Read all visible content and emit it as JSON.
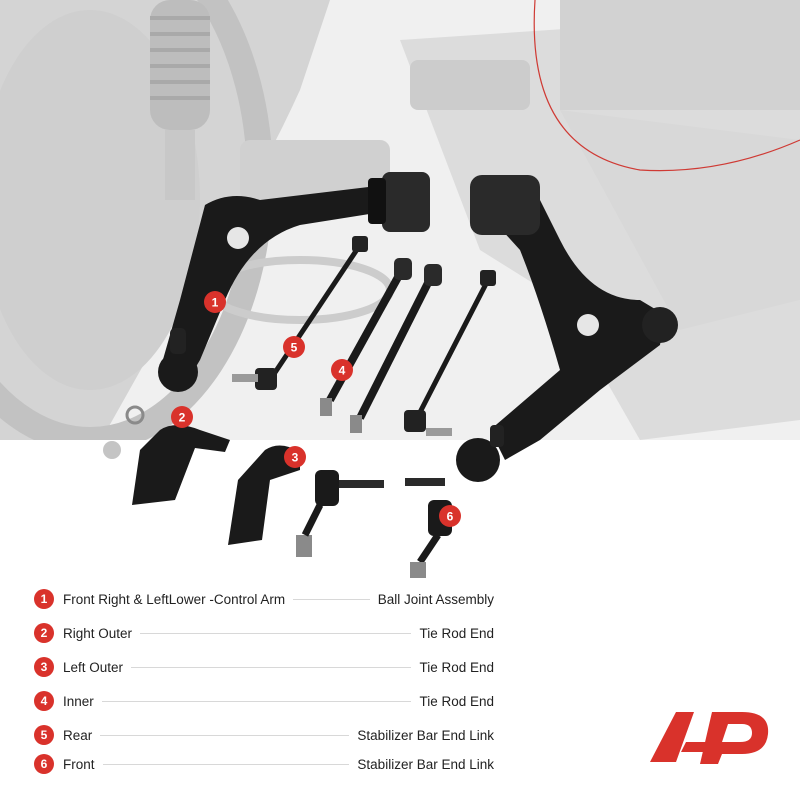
{
  "legend": [
    {
      "num": "1",
      "label": "Front Right  & LeftLower -Control Arm",
      "part": "Ball Joint Assembly"
    },
    {
      "num": "2",
      "label": "Right Outer",
      "part": "Tie Rod End"
    },
    {
      "num": "3",
      "label": "Left Outer",
      "part": "Tie Rod End"
    },
    {
      "num": "4",
      "label": "Inner",
      "part": "Tie Rod End"
    },
    {
      "num": "5",
      "label": "Rear",
      "part": "Stabilizer Bar End Link"
    },
    {
      "num": "6",
      "label": "Front",
      "part": "Stabilizer Bar End Link"
    }
  ],
  "callouts": [
    "1",
    "2",
    "3",
    "4",
    "5",
    "6"
  ],
  "colors": {
    "accent": "#d9322b",
    "parts": "#1a1a1a",
    "background": "#e6e6e6"
  }
}
